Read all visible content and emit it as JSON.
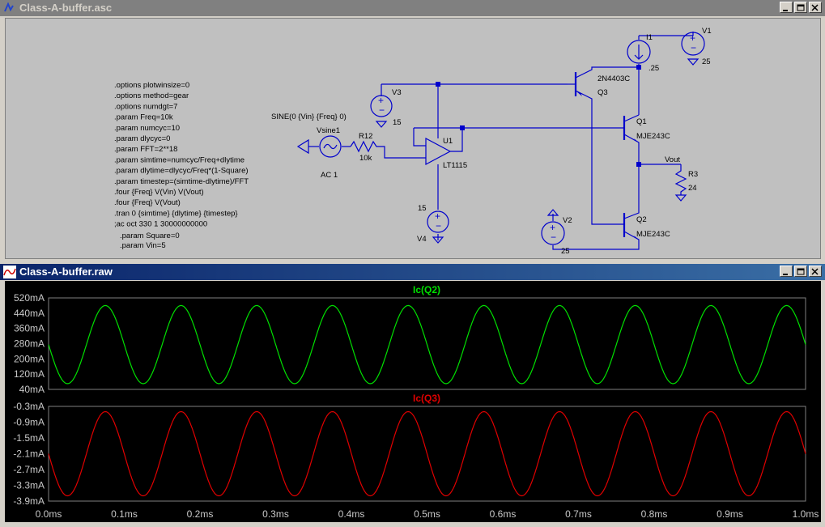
{
  "schematic_window": {
    "title": "Class-A-buffer.asc",
    "directives": [
      ".options plotwinsize=0",
      ".options method=gear",
      ".options numdgt=7",
      ".param Freq=10k",
      ".param numcyc=10",
      ".param dlycyc=0",
      ".param FFT=2**18",
      ".param simtime=numcyc/Freq+dlytime",
      ".param dlytime=dlycyc/Freq*(1-Square)",
      ".param timestep=(simtime-dlytime)/FFT",
      ".four {Freq}  V(Vin) V(Vout)",
      ".four {Freq}  V(Vout)",
      ".tran 0 {simtime} {dlytime} {timestep}",
      ";ac oct 330 1 30000000000"
    ],
    "params_extra": [
      ".param Square=0",
      ".param Vin=5"
    ],
    "labels": {
      "sine": "SINE(0 {Vin} {Freq} 0)",
      "vsine_name": "Vsine1",
      "vsine_ac": "AC 1",
      "r12_name": "R12",
      "r12_value": "10k",
      "v3_name": "V3",
      "v3_value": "15",
      "u1_name": "U1",
      "u1_part": "LT1115",
      "v4_value": "15",
      "v4_name": "V4",
      "i1_name": "I1",
      "i1_value": ".25",
      "v1_name": "V1",
      "v1_value": "25",
      "q3_part": "2N4403C",
      "q3_name": "Q3",
      "q1_name": "Q1",
      "q1_part": "MJE243C",
      "vout": "Vout",
      "r3_name": "R3",
      "r3_value": "24",
      "v2_name": "V2",
      "v2_value": "25",
      "q2_name": "Q2",
      "q2_part": "MJE243C"
    }
  },
  "plot_window": {
    "title": "Class-A-buffer.raw",
    "pane1": {
      "trace": "Ic(Q2)",
      "color": "#00e000",
      "yticks": [
        "520mA",
        "440mA",
        "360mA",
        "280mA",
        "200mA",
        "120mA",
        "40mA"
      ]
    },
    "pane2": {
      "trace": "Ic(Q3)",
      "color": "#e00000",
      "yticks": [
        "-0.3mA",
        "-0.9mA",
        "-1.5mA",
        "-2.1mA",
        "-2.7mA",
        "-3.3mA",
        "-3.9mA"
      ]
    },
    "xticks": [
      "0.0ms",
      "0.1ms",
      "0.2ms",
      "0.3ms",
      "0.4ms",
      "0.5ms",
      "0.6ms",
      "0.7ms",
      "0.8ms",
      "0.9ms",
      "1.0ms"
    ]
  },
  "chart_data": [
    {
      "type": "line",
      "series": [
        {
          "name": "Ic(Q2)",
          "freq_khz": 10,
          "center_mA": 275,
          "amplitude_mA": 205,
          "start_phase": "falling",
          "x_range_ms": [
            0,
            1.0
          ]
        }
      ],
      "xlim": [
        0,
        1.0
      ],
      "ylim": [
        40,
        520
      ]
    },
    {
      "type": "line",
      "series": [
        {
          "name": "Ic(Q3)",
          "freq_khz": 10,
          "center_mA": -2.1,
          "amplitude_mA": 1.6,
          "start_phase": "falling",
          "x_range_ms": [
            0,
            1.0
          ]
        }
      ],
      "xlim": [
        0,
        1.0
      ],
      "ylim": [
        -3.9,
        -0.3
      ]
    }
  ]
}
